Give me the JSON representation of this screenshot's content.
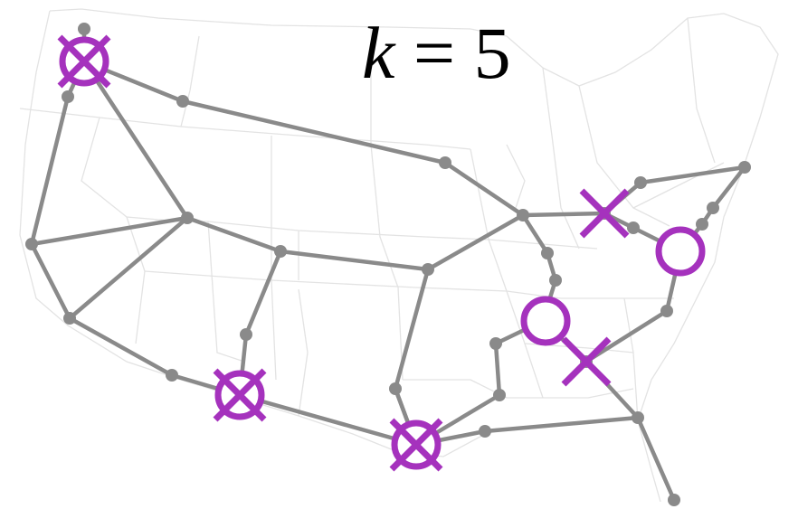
{
  "title": {
    "variable": "k",
    "operator": " = ",
    "value": "5"
  },
  "colors": {
    "background": "#ffffff",
    "map_lines": "#e3e3e3",
    "edge": "#8a8a8a",
    "node": "#8a8a8a",
    "marker": "#a532bd"
  },
  "legend_markers": {
    "circle": "circle-marker",
    "cross": "x-marker",
    "circle_with_cross": "circled-x-marker"
  }
}
